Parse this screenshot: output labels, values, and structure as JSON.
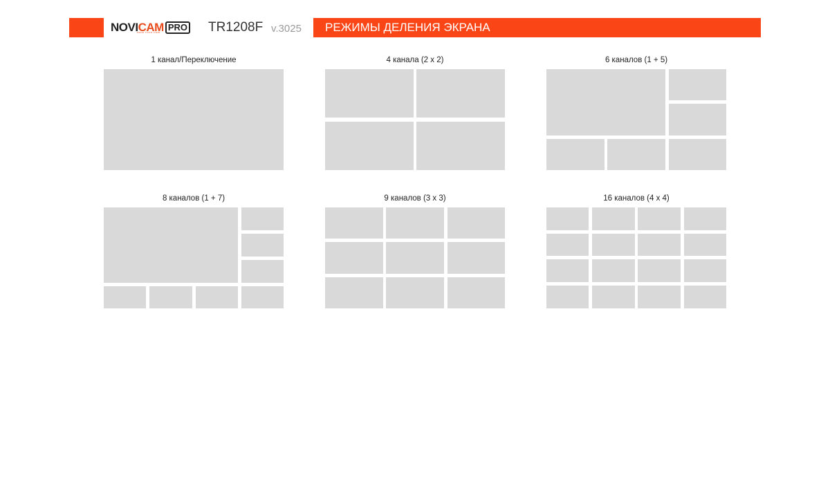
{
  "header": {
    "logo": {
      "brand": "NOVICAM",
      "brand_suffix": "PRO",
      "tagline": "MAKE YOUR VIEW"
    },
    "model": "TR1208F",
    "version": "v.3025",
    "title": "РЕЖИМЫ ДЕЛЕНИЯ ЭКРАНА"
  },
  "colors": {
    "accent": "#fa4616",
    "brand_orange": "#e84c1d",
    "brand_dark": "#222222",
    "cell": "#d9d9d9",
    "background": "#ffffff"
  },
  "layouts": [
    {
      "label": "1 канал/Переключение",
      "channels": 1
    },
    {
      "label": "4 канала (2 x 2)",
      "channels": 4
    },
    {
      "label": "6 каналов (1 + 5)",
      "channels": 6
    },
    {
      "label": "8 каналов (1 + 7)",
      "channels": 8
    },
    {
      "label": "9 каналов (3 x 3)",
      "channels": 9
    },
    {
      "label": "16 каналов (4 x 4)",
      "channels": 16
    }
  ]
}
